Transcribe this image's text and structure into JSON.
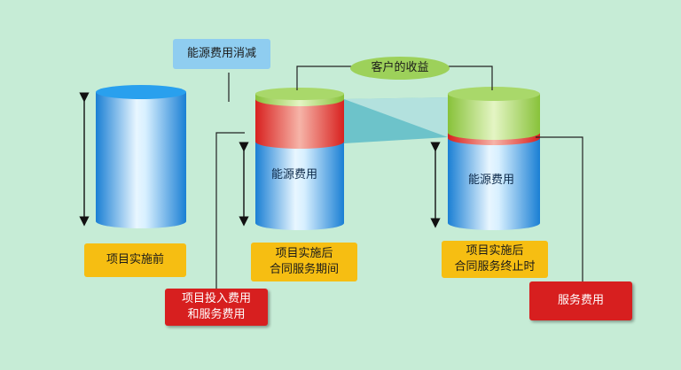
{
  "labels": {
    "energy_cost_reduction": "能源费用消减",
    "customer_benefit": "客户的收益",
    "before_project": "项目实施前",
    "during_contract": "项目实施后\n合同服务期间",
    "after_contract": "项目实施后\n合同服务终止时",
    "investment_and_service": "项目投入费用\n和服务费用",
    "service_fee": "服务费用",
    "energy_cost_mid": "能源费用",
    "energy_cost_right": "能源费用"
  },
  "colors": {
    "background": "#c6ecd6",
    "cylinder_blue": "#1e90e0",
    "segment_red": "#e0282a",
    "segment_green": "#8cc63f",
    "label_yellow": "#f6be12",
    "label_red": "#d71f1f"
  }
}
